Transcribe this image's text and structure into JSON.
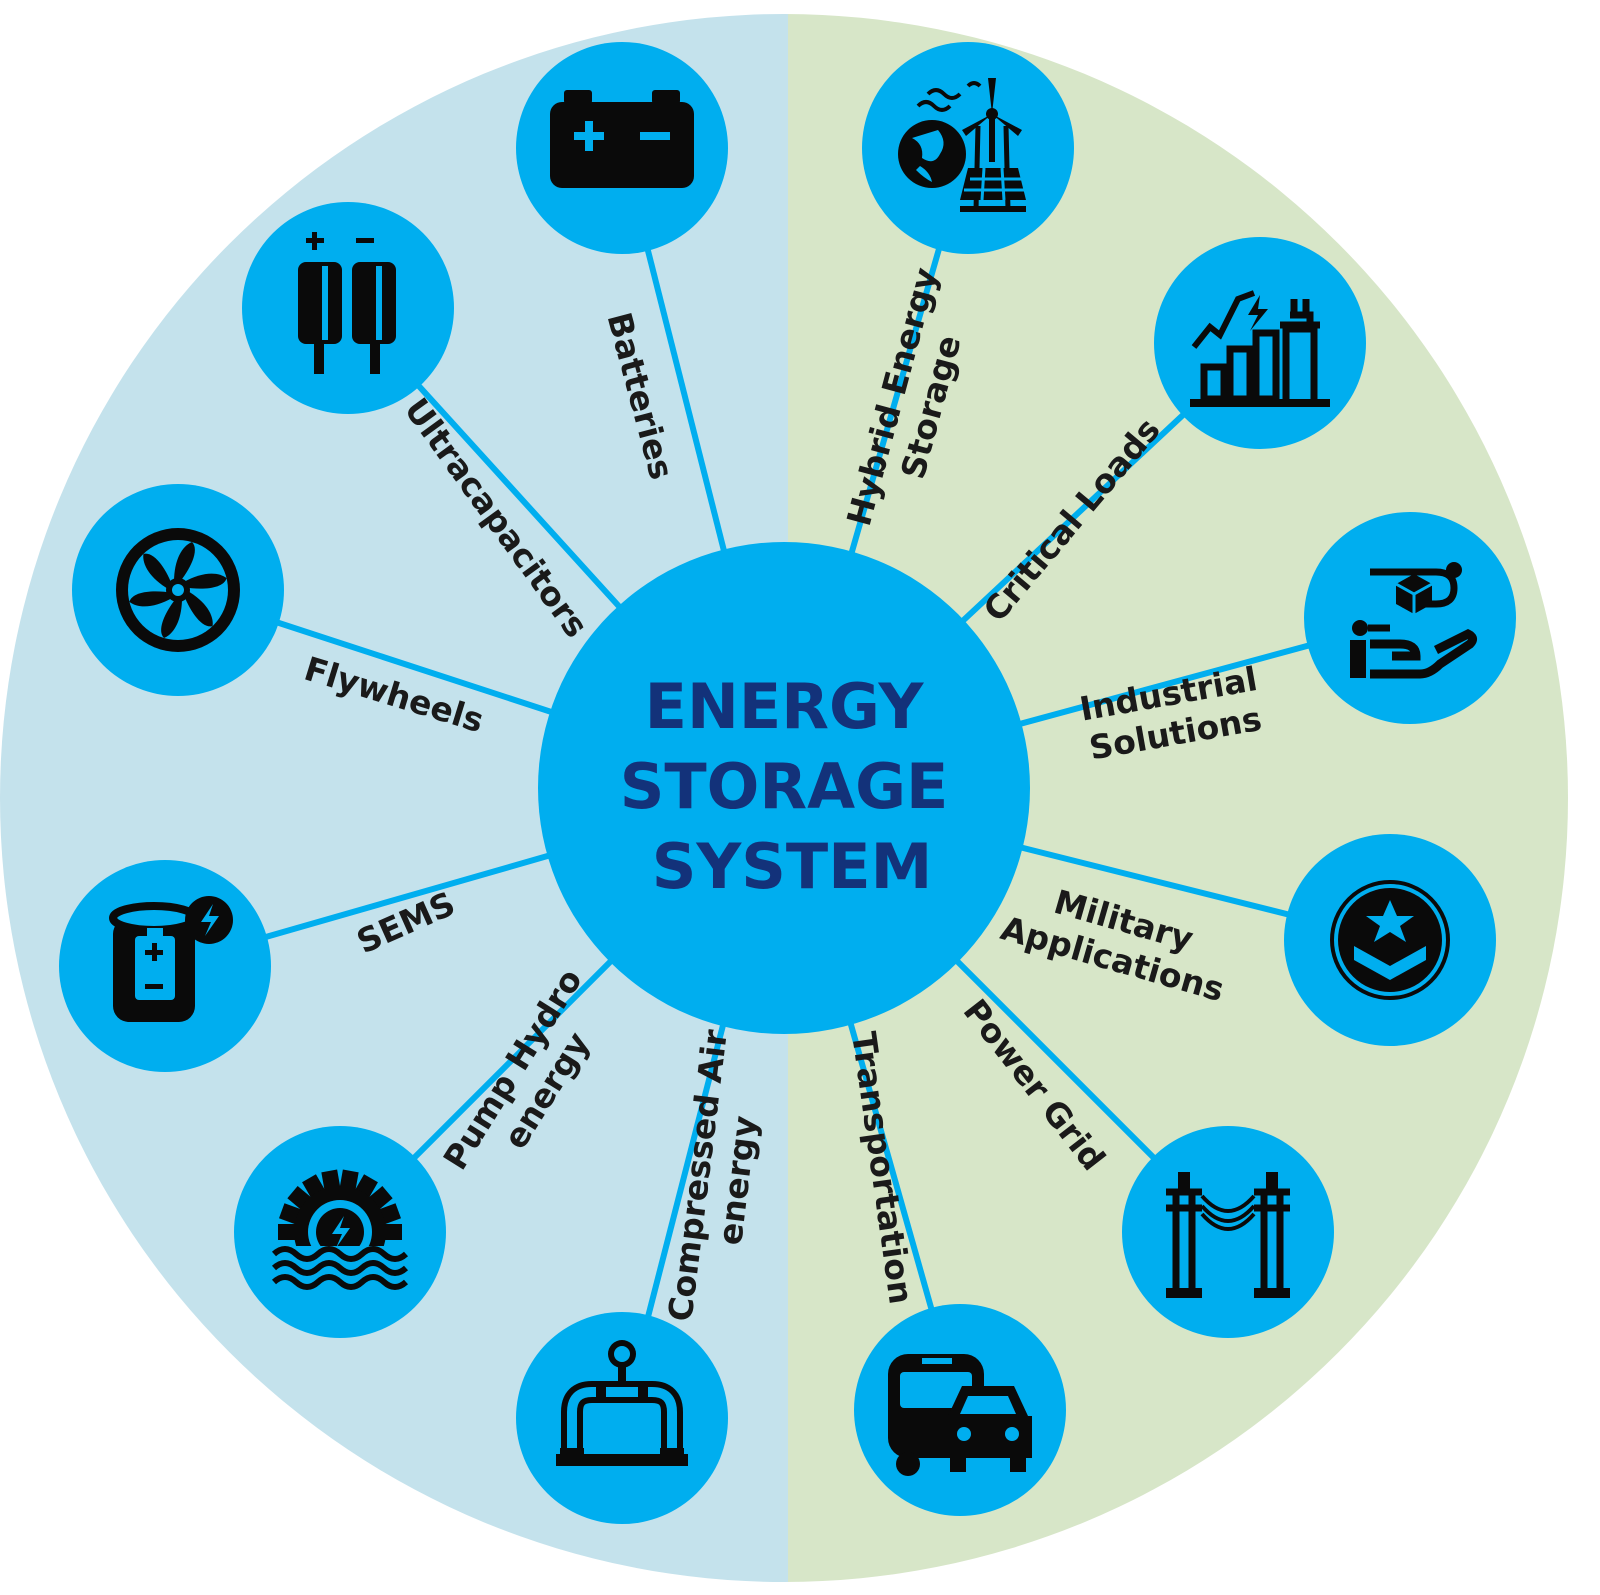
{
  "colors": {
    "left_half": "#c4e2ec",
    "right_half": "#d7e6c8",
    "node_fill": "#00aeef",
    "spoke": "#00aeef",
    "icon": "#0a0a0a",
    "title": "#13327a",
    "label": "#1a1a1a"
  },
  "center": {
    "title_lines": [
      "ENERGY",
      "STORAGE",
      "SYSTEM"
    ]
  },
  "nodes": [
    {
      "id": "batteries",
      "label_lines": [
        "Batteries"
      ],
      "icon": "battery-icon"
    },
    {
      "id": "ultracapacitors",
      "label_lines": [
        "Ultracapacitors"
      ],
      "icon": "capacitor-icon"
    },
    {
      "id": "flywheels",
      "label_lines": [
        "Flywheels"
      ],
      "icon": "flywheel-icon"
    },
    {
      "id": "sems",
      "label_lines": [
        "SEMS"
      ],
      "icon": "battery-storage-icon"
    },
    {
      "id": "pump-hydro",
      "label_lines": [
        "Pump Hydro",
        "energy"
      ],
      "icon": "water-wheel-icon"
    },
    {
      "id": "compressed-air",
      "label_lines": [
        "Compressed Air",
        "energy"
      ],
      "icon": "pipeline-gauge-icon"
    },
    {
      "id": "transportation",
      "label_lines": [
        "Transportation"
      ],
      "icon": "bus-car-icon"
    },
    {
      "id": "power-grid",
      "label_lines": [
        "Power Grid"
      ],
      "icon": "power-pylon-icon"
    },
    {
      "id": "military",
      "label_lines": [
        "Military",
        "Applications"
      ],
      "icon": "military-badge-icon"
    },
    {
      "id": "industrial",
      "label_lines": [
        "Industrial",
        "Solutions"
      ],
      "icon": "hand-box-icon"
    },
    {
      "id": "critical-loads",
      "label_lines": [
        "Critical Loads"
      ],
      "icon": "chart-plug-icon"
    },
    {
      "id": "hybrid",
      "label_lines": [
        "Hybrid Energy",
        "Storage"
      ],
      "icon": "renewable-globe-icon"
    }
  ]
}
